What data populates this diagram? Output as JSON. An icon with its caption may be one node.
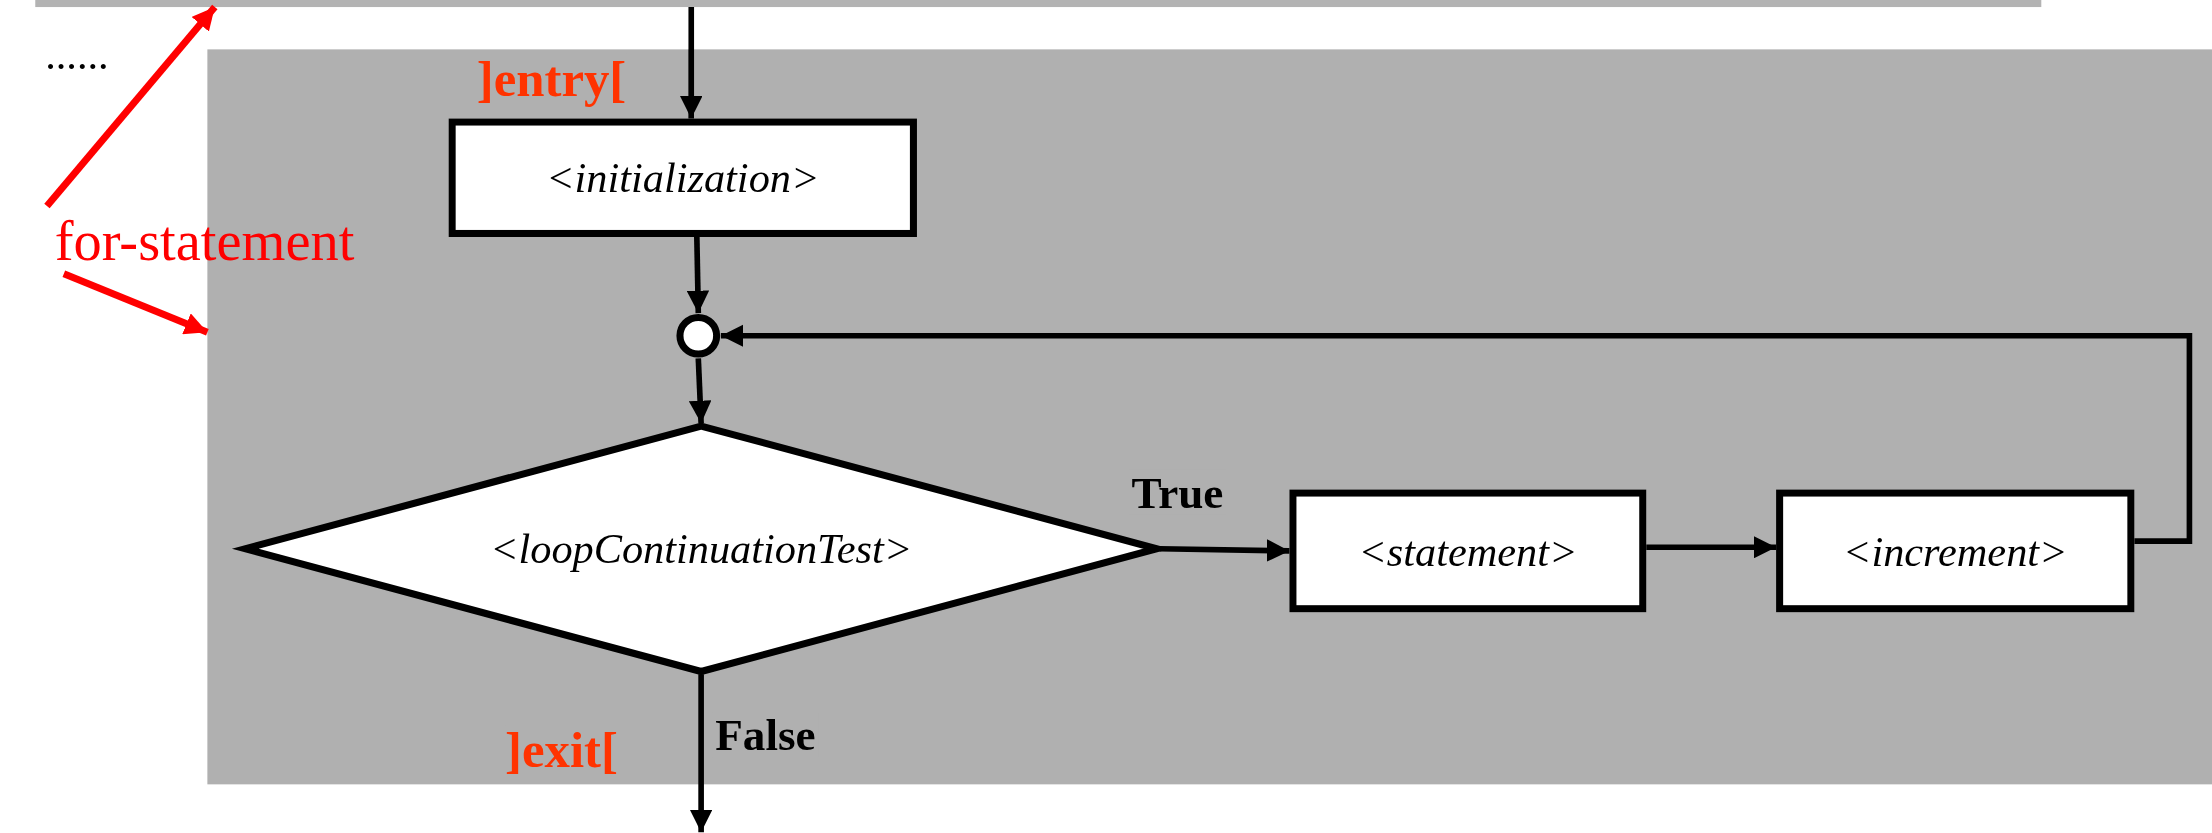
{
  "diagram": {
    "nodes": [
      {
        "text": [],
        "shape": "bar"
      },
      {
        "text": [
          "for-statement"
        ]
      },
      {
        "text": [],
        "shape": "box"
      },
      {
        "text": [
          "<initialization>"
        ],
        "in": 2
      },
      {
        "text": [],
        "shape": "circle",
        "in": 2
      },
      {
        "text": [
          "<loopContinuationTest>"
        ],
        "in": 2
      },
      {
        "text": [
          "<statement>"
        ],
        "in": 2
      },
      {
        "text": [
          "<increment>"
        ],
        "in": 2
      }
    ],
    "edges": [
      {
        "from": 1,
        "to": 0,
        "arrow": "to",
        "color": "#ff0000"
      },
      {
        "from": 1,
        "to": 2,
        "arrow": "to",
        "color": "#ff0000"
      },
      {
        "from": 0,
        "to": 3,
        "arrow": "to"
      },
      {
        "from": 3,
        "to": 4,
        "arrow": "to"
      },
      {
        "from": 4,
        "to": 5,
        "arrow": "to"
      },
      {
        "from": 5,
        "to": 6,
        "arrow": "to",
        "label": "True"
      },
      {
        "from": 6,
        "to": 7,
        "arrow": "to"
      },
      {
        "from": 7,
        "to": 4,
        "arrow": "to"
      },
      {
        "from": 5,
        "to": null,
        "arrow": "to",
        "label": "False"
      }
    ],
    "labels": [
      "......",
      "]entry[",
      "]exit["
    ]
  }
}
